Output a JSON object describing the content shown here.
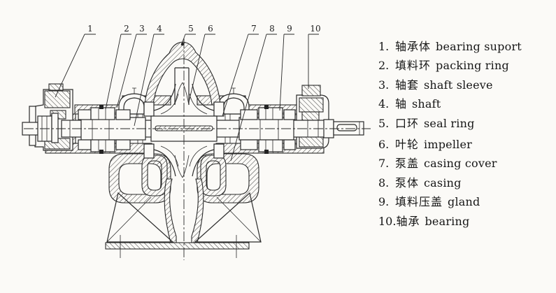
{
  "figure": {
    "type": "pump sectional technical drawing",
    "callouts": [
      "1",
      "2",
      "3",
      "4",
      "5",
      "6",
      "7",
      "8",
      "9",
      "10"
    ],
    "colors": {
      "ink": "#2a2a2a",
      "paper": "#fbfaf7"
    }
  },
  "legend": {
    "items": [
      {
        "num": "1.",
        "zh": "轴承体",
        "en": "bearing suport"
      },
      {
        "num": "2.",
        "zh": "填料环",
        "en": "packing ring"
      },
      {
        "num": "3.",
        "zh": "轴套",
        "en": "shaft sleeve"
      },
      {
        "num": "4.",
        "zh": "轴",
        "en": "shaft"
      },
      {
        "num": "5.",
        "zh": "口环",
        "en": "seal ring"
      },
      {
        "num": "6.",
        "zh": "叶轮",
        "en": "impeller"
      },
      {
        "num": "7.",
        "zh": "泵盖",
        "en": "casing cover"
      },
      {
        "num": "8.",
        "zh": "泵体",
        "en": "casing"
      },
      {
        "num": "9.",
        "zh": "填料压盖",
        "en": "gland"
      },
      {
        "num": "10.",
        "zh": "轴承",
        "en": "bearing"
      }
    ]
  }
}
